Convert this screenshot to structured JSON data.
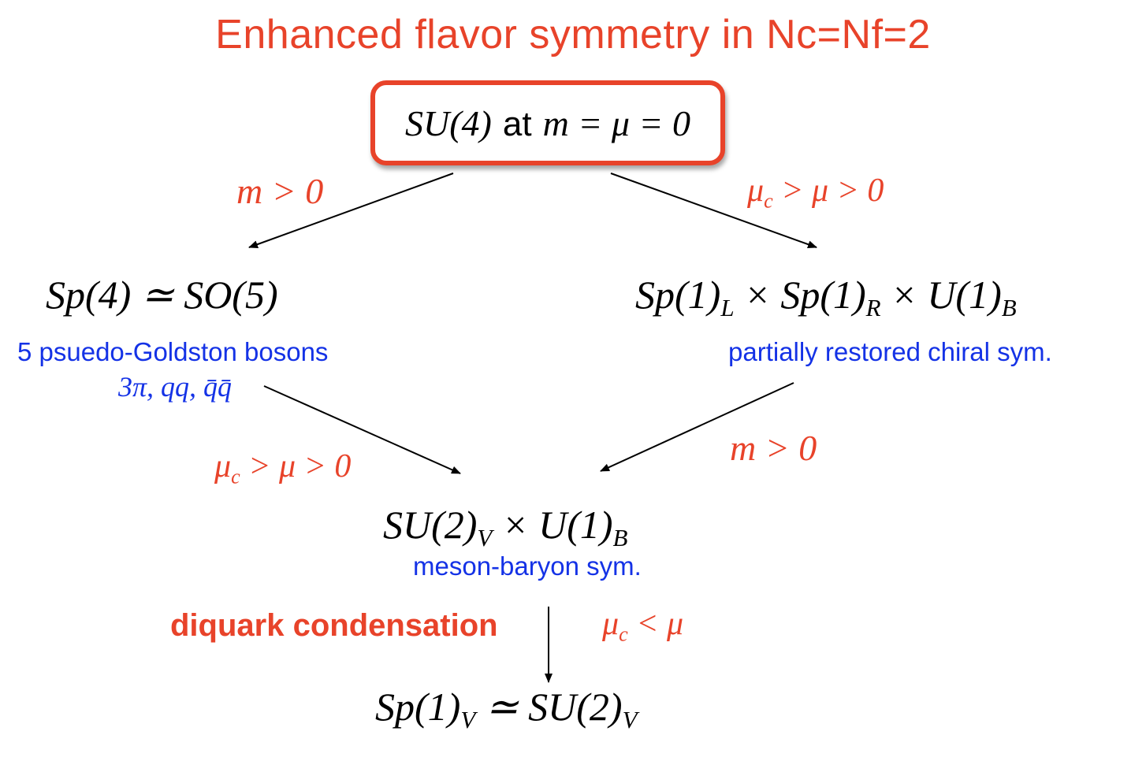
{
  "title": "Enhanced flavor symmetry in Nc=Nf=2",
  "colors": {
    "accent_red": "#e8432a",
    "label_blue": "#1432e6",
    "text": "#000000"
  },
  "top_node": {
    "group": "SU(4)",
    "at": "at",
    "condition": "m = μ = 0"
  },
  "left_node": {
    "text": "Sp(4) ≃ SO(5)",
    "desc": "5 psuedo-Goldston bosons",
    "desc_math": "3π, qq, q̄q̄"
  },
  "right_node": {
    "a": "Sp(1)",
    "a_sub": "L",
    "x1": " × ",
    "b": "Sp(1)",
    "b_sub": "R",
    "x2": " × ",
    "c": "U(1)",
    "c_sub": "B",
    "desc": "partially restored chiral sym."
  },
  "middle_node": {
    "a": "SU(2)",
    "a_sub": "V",
    "x": " × ",
    "b": "U(1)",
    "b_sub": "B",
    "desc": "meson-baryon sym."
  },
  "bottom_node": {
    "a": "Sp(1)",
    "a_sub": "V",
    "eq": " ≃ ",
    "b": "SU(2)",
    "b_sub": "V"
  },
  "conditions": {
    "m_pos_left": "m > 0",
    "mu_range_right": {
      "mu": "μ",
      "sub": "c",
      "rest": " > μ > 0"
    },
    "mu_range_left": {
      "mu": "μ",
      "sub": "c",
      "rest": " > μ > 0"
    },
    "m_pos_right": "m > 0",
    "diquark": "diquark condensation",
    "mu_lt": {
      "mu": "μ",
      "sub": "c",
      "rest": " < μ"
    }
  }
}
